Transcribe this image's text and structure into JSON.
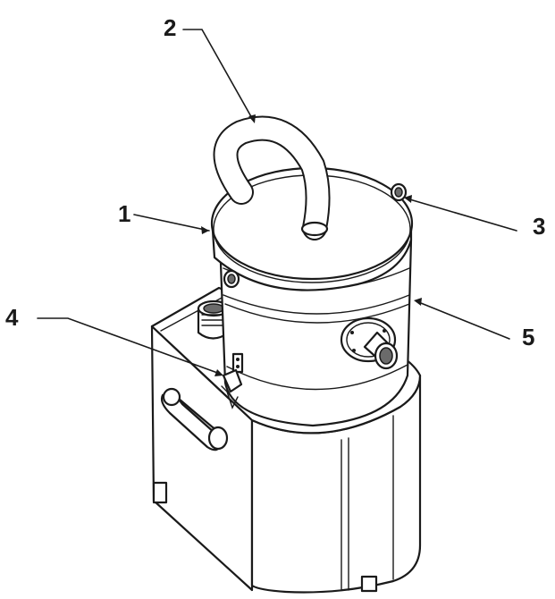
{
  "callouts": [
    {
      "id": "1",
      "label": "1"
    },
    {
      "id": "2",
      "label": "2"
    },
    {
      "id": "3",
      "label": "3"
    },
    {
      "id": "4",
      "label": "4"
    },
    {
      "id": "5",
      "label": "5"
    }
  ],
  "colors": {
    "line": "#1a1a1a",
    "fill": "#ffffff",
    "shade": "#6b6b6b"
  }
}
